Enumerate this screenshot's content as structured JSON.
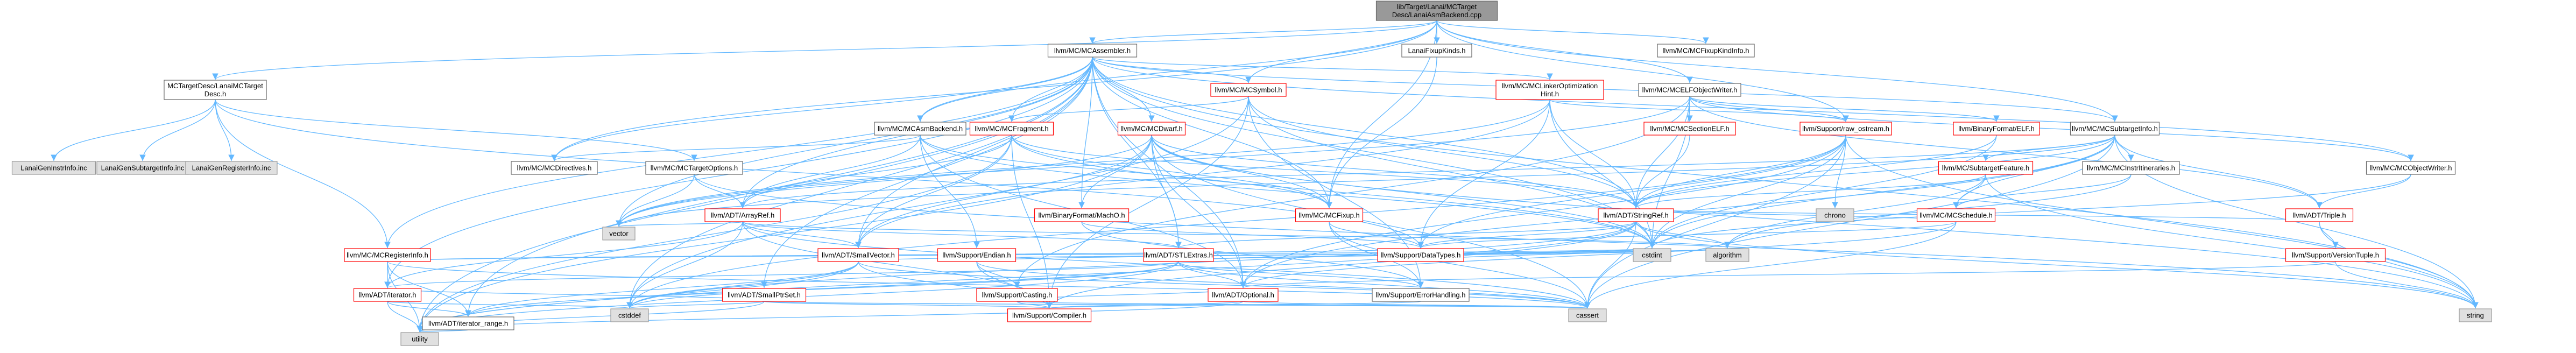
{
  "colors": {
    "edge": "#63b8ff",
    "border_red": "#ff0000",
    "border_gray": "#999999",
    "border_root": "#666666",
    "fill_root": "#999999",
    "fill_normal": "#ffffff",
    "fill_gray": "#e0e0e0"
  },
  "nodes": [
    {
      "id": "root",
      "label": [
        "lib/Target/Lanai/MCTarget",
        "Desc/LanaiAsmBackend.cpp"
      ],
      "style": "root"
    },
    {
      "id": "lanaifixupkinds",
      "label": [
        "LanaiFixupKinds.h"
      ],
      "style": "normal"
    },
    {
      "id": "fixupkindinfo",
      "label": [
        "llvm/MC/MCFixupKindInfo.h"
      ],
      "style": "normal"
    },
    {
      "id": "targetdesc",
      "label": [
        "MCTargetDesc/LanaiMCTarget",
        "Desc.h"
      ],
      "style": "normal"
    },
    {
      "id": "assembler",
      "label": [
        "llvm/MC/MCAssembler.h"
      ],
      "style": "normal"
    },
    {
      "id": "asmbackend",
      "label": [
        "llvm/MC/MCAsmBackend.h"
      ],
      "style": "normal"
    },
    {
      "id": "mcsymbol",
      "label": [
        "llvm/MC/MCSymbol.h"
      ],
      "style": "red"
    },
    {
      "id": "linkeropt",
      "label": [
        "llvm/MC/MCLinkerOptimization",
        "Hint.h"
      ],
      "style": "red"
    },
    {
      "id": "elfwriter",
      "label": [
        "llvm/MC/MCELFObjectWriter.h"
      ],
      "style": "normal"
    },
    {
      "id": "subtargetinfo",
      "label": [
        "llvm/MC/MCSubtargetInfo.h"
      ],
      "style": "normal"
    },
    {
      "id": "instrinfo",
      "label": [
        "LanaiGenInstrInfo.inc"
      ],
      "style": "gray"
    },
    {
      "id": "gensubtarget",
      "label": [
        "LanaiGenSubtargetInfo.inc"
      ],
      "style": "gray"
    },
    {
      "id": "genregister",
      "label": [
        "LanaiGenRegisterInfo.inc"
      ],
      "style": "gray"
    },
    {
      "id": "directives",
      "label": [
        "llvm/MC/MCDirectives.h"
      ],
      "style": "normal"
    },
    {
      "id": "targetoptions",
      "label": [
        "llvm/MC/MCTargetOptions.h"
      ],
      "style": "normal"
    },
    {
      "id": "mcfragment",
      "label": [
        "llvm/MC/MCFragment.h"
      ],
      "style": "red"
    },
    {
      "id": "mcdwarf",
      "label": [
        "llvm/MC/MCDwarf.h"
      ],
      "style": "red"
    },
    {
      "id": "sectionelf",
      "label": [
        "llvm/MC/MCSectionELF.h"
      ],
      "style": "red"
    },
    {
      "id": "rawostream",
      "label": [
        "llvm/Support/raw_ostream.h"
      ],
      "style": "red"
    },
    {
      "id": "binaryelf",
      "label": [
        "llvm/BinaryFormat/ELF.h"
      ],
      "style": "red"
    },
    {
      "id": "subtargetfeature",
      "label": [
        "llvm/MC/SubtargetFeature.h"
      ],
      "style": "red"
    },
    {
      "id": "instritineraries",
      "label": [
        "llvm/MC/MCInstrItineraries.h"
      ],
      "style": "normal"
    },
    {
      "id": "objectwriter",
      "label": [
        "llvm/MC/MCObjectWriter.h"
      ],
      "style": "normal"
    },
    {
      "id": "arrayref",
      "label": [
        "llvm/ADT/ArrayRef.h"
      ],
      "style": "red"
    },
    {
      "id": "binarymacho",
      "label": [
        "llvm/BinaryFormat/MachO.h"
      ],
      "style": "red"
    },
    {
      "id": "mcfixup",
      "label": [
        "llvm/MC/MCFixup.h"
      ],
      "style": "red"
    },
    {
      "id": "stringref",
      "label": [
        "llvm/ADT/StringRef.h"
      ],
      "style": "red"
    },
    {
      "id": "chrono",
      "label": [
        "chrono"
      ],
      "style": "gray"
    },
    {
      "id": "mcschedule",
      "label": [
        "llvm/MC/MCSchedule.h"
      ],
      "style": "red"
    },
    {
      "id": "triple",
      "label": [
        "llvm/ADT/Triple.h"
      ],
      "style": "red"
    },
    {
      "id": "vector",
      "label": [
        "vector"
      ],
      "style": "gray"
    },
    {
      "id": "registerinfo",
      "label": [
        "llvm/MC/MCRegisterInfo.h"
      ],
      "style": "red"
    },
    {
      "id": "smallvector",
      "label": [
        "llvm/ADT/SmallVector.h"
      ],
      "style": "red"
    },
    {
      "id": "endian",
      "label": [
        "llvm/Support/Endian.h"
      ],
      "style": "red"
    },
    {
      "id": "stlextras",
      "label": [
        "llvm/ADT/STLExtras.h"
      ],
      "style": "red"
    },
    {
      "id": "datatypes",
      "label": [
        "llvm/Support/DataTypes.h"
      ],
      "style": "red"
    },
    {
      "id": "versiontuple",
      "label": [
        "llvm/Support/VersionTuple.h"
      ],
      "style": "red"
    },
    {
      "id": "cstdint",
      "label": [
        "cstdint"
      ],
      "style": "gray"
    },
    {
      "id": "algorithm",
      "label": [
        "algorithm"
      ],
      "style": "gray"
    },
    {
      "id": "iterator",
      "label": [
        "llvm/ADT/iterator.h"
      ],
      "style": "red"
    },
    {
      "id": "smallptrset",
      "label": [
        "llvm/ADT/SmallPtrSet.h"
      ],
      "style": "red"
    },
    {
      "id": "casting",
      "label": [
        "llvm/Support/Casting.h"
      ],
      "style": "red"
    },
    {
      "id": "optional",
      "label": [
        "llvm/ADT/Optional.h"
      ],
      "style": "red"
    },
    {
      "id": "errorhandling",
      "label": [
        "llvm/Support/ErrorHandling.h"
      ],
      "style": "normal"
    },
    {
      "id": "iteratorrange",
      "label": [
        "llvm/ADT/iterator_range.h"
      ],
      "style": "normal"
    },
    {
      "id": "cstddef",
      "label": [
        "cstddef"
      ],
      "style": "gray"
    },
    {
      "id": "compiler",
      "label": [
        "llvm/Support/Compiler.h"
      ],
      "style": "red"
    },
    {
      "id": "cassert",
      "label": [
        "cassert"
      ],
      "style": "gray"
    },
    {
      "id": "string",
      "label": [
        "string"
      ],
      "style": "gray"
    },
    {
      "id": "utility",
      "label": [
        "utility"
      ],
      "style": "gray"
    }
  ],
  "edges": [
    [
      "root",
      "lanaifixupkinds"
    ],
    [
      "root",
      "fixupkindinfo"
    ],
    [
      "root",
      "targetdesc"
    ],
    [
      "root",
      "assembler"
    ],
    [
      "root",
      "asmbackend"
    ],
    [
      "root",
      "elfwriter"
    ],
    [
      "root",
      "subtargetinfo"
    ],
    [
      "root",
      "directives"
    ],
    [
      "root",
      "mcfixup"
    ],
    [
      "root",
      "rawostream"
    ],
    [
      "root",
      "mcsymbol"
    ],
    [
      "lanaifixupkinds",
      "mcfixup"
    ],
    [
      "targetdesc",
      "instrinfo"
    ],
    [
      "targetdesc",
      "gensubtarget"
    ],
    [
      "targetdesc",
      "genregister"
    ],
    [
      "targetdesc",
      "registerinfo"
    ],
    [
      "targetdesc",
      "targetoptions"
    ],
    [
      "targetdesc",
      "datatypes"
    ],
    [
      "assembler",
      "asmbackend"
    ],
    [
      "assembler",
      "mcsymbol"
    ],
    [
      "assembler",
      "linkeropt"
    ],
    [
      "assembler",
      "directives"
    ],
    [
      "assembler",
      "mcfragment"
    ],
    [
      "assembler",
      "mcdwarf"
    ],
    [
      "assembler",
      "arrayref"
    ],
    [
      "assembler",
      "smallvector"
    ],
    [
      "assembler",
      "smallptrset"
    ],
    [
      "assembler",
      "stlextras"
    ],
    [
      "assembler",
      "stringref"
    ],
    [
      "assembler",
      "iterator"
    ],
    [
      "assembler",
      "iteratorrange"
    ],
    [
      "assembler",
      "optional"
    ],
    [
      "assembler",
      "binarymacho"
    ],
    [
      "assembler",
      "mcfixup"
    ],
    [
      "assembler",
      "cstddef"
    ],
    [
      "assembler",
      "cstdint"
    ],
    [
      "assembler",
      "string"
    ],
    [
      "assembler",
      "utility"
    ],
    [
      "assembler",
      "vector"
    ],
    [
      "assembler",
      "subtargetinfo"
    ],
    [
      "assembler",
      "objectwriter"
    ],
    [
      "assembler",
      "registerinfo"
    ],
    [
      "asmbackend",
      "arrayref"
    ],
    [
      "asmbackend",
      "mcdirectives_dup"
    ],
    [
      "asmbackend",
      "mcfixup"
    ],
    [
      "asmbackend",
      "mcfragment"
    ],
    [
      "asmbackend",
      "endian"
    ],
    [
      "asmbackend",
      "cstdint"
    ],
    [
      "asmbackend",
      "optional"
    ],
    [
      "asmbackend",
      "directives"
    ],
    [
      "mcsymbol",
      "mcfragment"
    ],
    [
      "mcsymbol",
      "stringref"
    ],
    [
      "mcsymbol",
      "errorhandling"
    ],
    [
      "mcsymbol",
      "cstddef"
    ],
    [
      "mcsymbol",
      "cstdint"
    ],
    [
      "mcsymbol",
      "compiler"
    ],
    [
      "linkeropt",
      "stringref"
    ],
    [
      "linkeropt",
      "smallvector"
    ],
    [
      "linkeropt",
      "rawostream"
    ],
    [
      "linkeropt",
      "cstdint"
    ],
    [
      "linkeropt",
      "datatypes"
    ],
    [
      "linkeropt",
      "vector"
    ],
    [
      "elfwriter",
      "sectionelf"
    ],
    [
      "elfwriter",
      "binaryelf"
    ],
    [
      "elfwriter",
      "rawostream"
    ],
    [
      "elfwriter",
      "stringref"
    ],
    [
      "elfwriter",
      "triple"
    ],
    [
      "elfwriter",
      "objectwriter"
    ],
    [
      "elfwriter",
      "cstdint"
    ],
    [
      "elfwriter",
      "vector"
    ],
    [
      "elfwriter",
      "casting"
    ],
    [
      "subtargetinfo",
      "subtargetfeature"
    ],
    [
      "subtargetinfo",
      "instritineraries"
    ],
    [
      "subtargetinfo",
      "mcschedule"
    ],
    [
      "subtargetinfo",
      "triple"
    ],
    [
      "subtargetinfo",
      "arrayref"
    ],
    [
      "subtargetinfo",
      "stringref"
    ],
    [
      "subtargetinfo",
      "optional"
    ],
    [
      "subtargetinfo",
      "cassert"
    ],
    [
      "subtargetinfo",
      "cstdint"
    ],
    [
      "subtargetinfo",
      "string"
    ],
    [
      "subtargetinfo",
      "vector"
    ],
    [
      "targetoptions",
      "arrayref"
    ],
    [
      "targetoptions",
      "string"
    ],
    [
      "targetoptions",
      "vector"
    ],
    [
      "mcfragment",
      "arrayref"
    ],
    [
      "mcfragment",
      "smallvector"
    ],
    [
      "mcfragment",
      "stringref"
    ],
    [
      "mcfragment",
      "mcfixup"
    ],
    [
      "mcfragment",
      "cstdint"
    ],
    [
      "mcfragment",
      "utility"
    ],
    [
      "mcfragment",
      "compiler"
    ],
    [
      "mcdwarf",
      "mcfixup"
    ],
    [
      "mcdwarf",
      "stringref"
    ],
    [
      "mcdwarf",
      "optional"
    ],
    [
      "mcdwarf",
      "smallvector"
    ],
    [
      "mcdwarf",
      "stlextras"
    ],
    [
      "mcdwarf",
      "binarymacho"
    ],
    [
      "mcdwarf",
      "cassert"
    ],
    [
      "mcdwarf",
      "cstdint"
    ],
    [
      "mcdwarf",
      "string"
    ],
    [
      "mcdwarf",
      "utility"
    ],
    [
      "mcdwarf",
      "vector"
    ],
    [
      "sectionelf",
      "stringref"
    ],
    [
      "rawostream",
      "stringref"
    ],
    [
      "rawostream",
      "datatypes"
    ],
    [
      "rawostream",
      "cassert"
    ],
    [
      "rawostream",
      "chrono"
    ],
    [
      "rawostream",
      "cstddef"
    ],
    [
      "rawostream",
      "cstdint"
    ],
    [
      "rawostream",
      "string"
    ],
    [
      "rawostream",
      "optional"
    ],
    [
      "binaryelf",
      "stringref"
    ],
    [
      "binaryelf",
      "cstdint"
    ],
    [
      "binaryelf",
      "cstring"
    ],
    [
      "subtargetfeature",
      "stringref"
    ],
    [
      "subtargetfeature",
      "mcschedule"
    ],
    [
      "subtargetfeature",
      "algorithm"
    ],
    [
      "subtargetfeature",
      "string"
    ],
    [
      "instritineraries",
      "mcschedule"
    ],
    [
      "instritineraries",
      "algorithm"
    ],
    [
      "objectwriter",
      "triple"
    ],
    [
      "objectwriter",
      "cstdint"
    ],
    [
      "arrayref",
      "smallvector"
    ],
    [
      "arrayref",
      "stlextras"
    ],
    [
      "arrayref",
      "compiler"
    ],
    [
      "arrayref",
      "algorithm"
    ],
    [
      "arrayref",
      "cassert"
    ],
    [
      "arrayref",
      "cstddef"
    ],
    [
      "arrayref",
      "iterator"
    ],
    [
      "arrayref",
      "vector"
    ],
    [
      "binarymacho",
      "datatypes"
    ],
    [
      "binarymacho",
      "errorhandling"
    ],
    [
      "mcfixup",
      "datatypes"
    ],
    [
      "mcfixup",
      "errorhandling"
    ],
    [
      "mcfixup",
      "cassert"
    ],
    [
      "stringref",
      "stlextras"
    ],
    [
      "stringref",
      "compiler"
    ],
    [
      "stringref",
      "algorithm"
    ],
    [
      "stringref",
      "cassert"
    ],
    [
      "stringref",
      "cstddef"
    ],
    [
      "stringref",
      "cstring"
    ],
    [
      "stringref",
      "limits"
    ],
    [
      "stringref",
      "string"
    ],
    [
      "stringref",
      "utility"
    ],
    [
      "stringref",
      "datatypes"
    ],
    [
      "mcschedule",
      "stringref"
    ],
    [
      "mcschedule",
      "optional"
    ],
    [
      "mcschedule",
      "datatypes"
    ],
    [
      "mcschedule",
      "cassert"
    ],
    [
      "triple",
      "stringref"
    ],
    [
      "triple",
      "versiontuple"
    ],
    [
      "triple",
      "string"
    ],
    [
      "registerinfo",
      "iterator"
    ],
    [
      "registerinfo",
      "iteratorrange"
    ],
    [
      "registerinfo",
      "cassert"
    ],
    [
      "registerinfo",
      "cstdint"
    ],
    [
      "registerinfo",
      "utility"
    ],
    [
      "registerinfo",
      "datatypes"
    ],
    [
      "smallvector",
      "compiler"
    ],
    [
      "smallvector",
      "algorithm"
    ],
    [
      "smallvector",
      "cassert"
    ],
    [
      "smallvector",
      "cstddef"
    ],
    [
      "smallvector",
      "iteratorrange"
    ],
    [
      "smallvector",
      "utility"
    ],
    [
      "endian",
      "compiler"
    ],
    [
      "endian",
      "casting"
    ],
    [
      "endian",
      "cstdint"
    ],
    [
      "endian",
      "cassert"
    ],
    [
      "stlextras",
      "optional"
    ],
    [
      "stlextras",
      "iterator"
    ],
    [
      "stlextras",
      "iteratorrange"
    ],
    [
      "stlextras",
      "errorhandling"
    ],
    [
      "stlextras",
      "algorithm"
    ],
    [
      "stlextras",
      "cassert"
    ],
    [
      "stlextras",
      "cstddef"
    ],
    [
      "stlextras",
      "cstdint"
    ],
    [
      "stlextras",
      "utility"
    ],
    [
      "datatypes",
      "cstdint"
    ],
    [
      "versiontuple",
      "string"
    ],
    [
      "versiontuple",
      "optional"
    ],
    [
      "iterator",
      "iteratorrange"
    ],
    [
      "iterator",
      "cstddef"
    ],
    [
      "iterator",
      "utility"
    ],
    [
      "smallptrset",
      "compiler"
    ],
    [
      "smallptrset",
      "cassert"
    ],
    [
      "smallptrset",
      "cstddef"
    ],
    [
      "smallptrset",
      "utility"
    ],
    [
      "smallptrset",
      "iterator"
    ],
    [
      "casting",
      "compiler"
    ],
    [
      "casting",
      "cassert"
    ],
    [
      "casting",
      "optional"
    ],
    [
      "optional",
      "compiler"
    ],
    [
      "optional",
      "cassert"
    ],
    [
      "optional",
      "utility"
    ],
    [
      "errorhandling",
      "compiler"
    ],
    [
      "iteratorrange",
      "utility"
    ]
  ]
}
